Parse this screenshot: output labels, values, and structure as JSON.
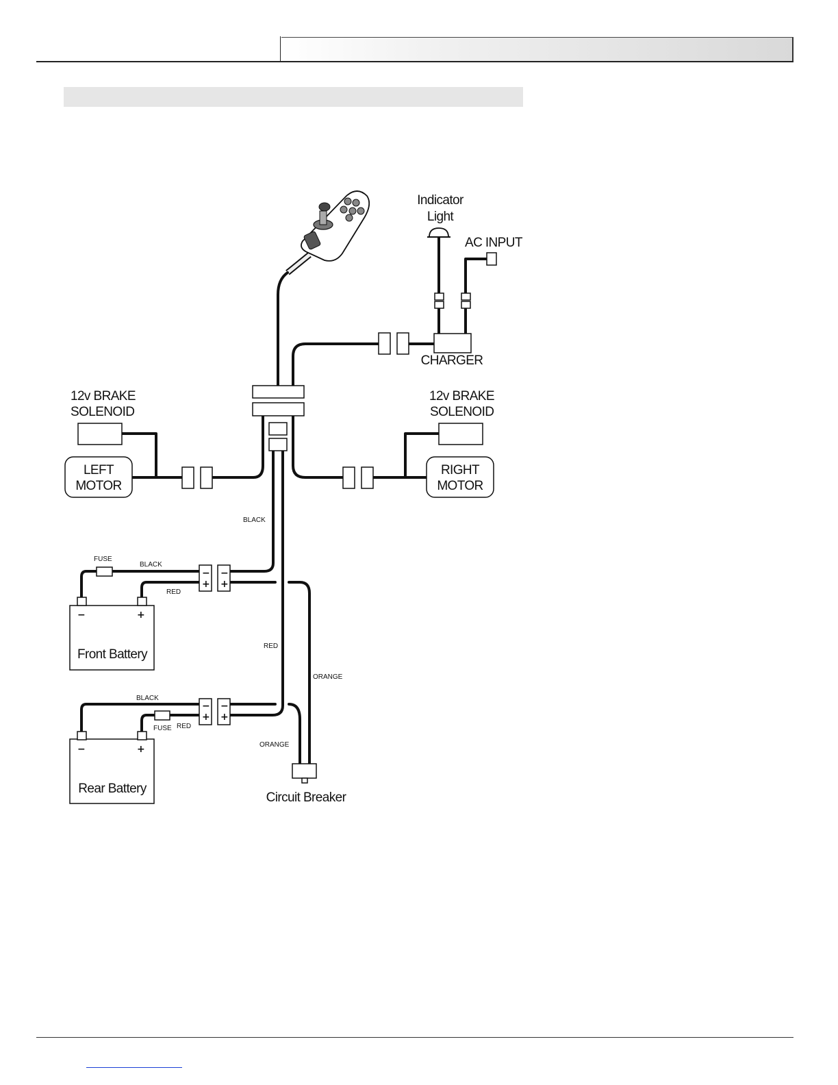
{
  "labels": {
    "indicator_light_1": "Indicator",
    "indicator_light_2": "Light",
    "ac_input": "AC INPUT",
    "charger": "CHARGER",
    "left_brake_1": "12v BRAKE",
    "left_brake_2": "SOLENOID",
    "right_brake_1": "12v BRAKE",
    "right_brake_2": "SOLENOID",
    "left_motor_1": "LEFT",
    "left_motor_2": "MOTOR",
    "right_motor_1": "RIGHT",
    "right_motor_2": "MOTOR",
    "front_battery": "Front Battery",
    "rear_battery": "Rear Battery",
    "circuit_breaker": "Circuit Breaker"
  },
  "wire_labels": {
    "black_main": "BLACK",
    "fuse_front": "FUSE",
    "black_front": "BLACK",
    "red_front": "RED",
    "red_main": "RED",
    "orange_main": "ORANGE",
    "black_rear": "BLACK",
    "fuse_rear": "FUSE",
    "red_rear": "RED",
    "orange_breaker": "ORANGE"
  },
  "signs": {
    "minus": "−",
    "plus": "+"
  },
  "icons": {
    "controller": "joystick-controller-icon",
    "lamp": "indicator-lamp-icon"
  }
}
